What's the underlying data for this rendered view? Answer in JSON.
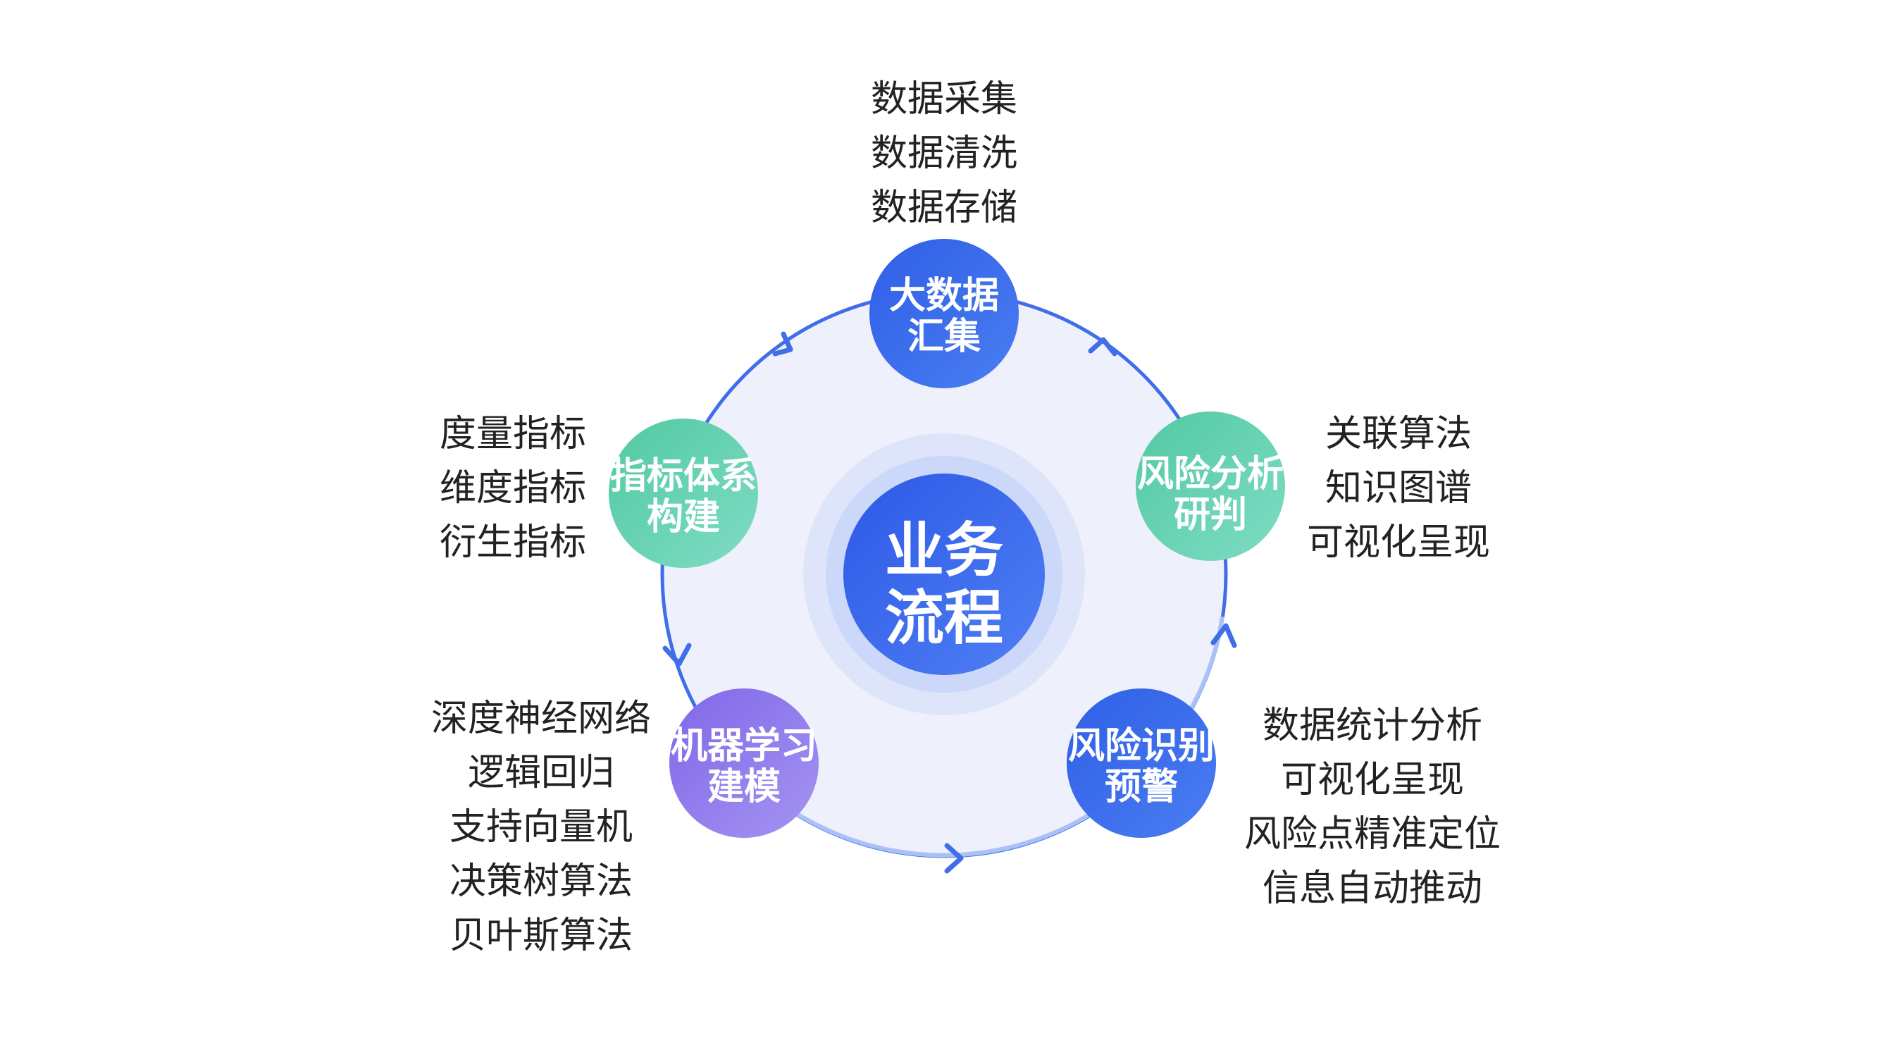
{
  "center": {
    "line1": "业务",
    "line2": "流程"
  },
  "nodes": [
    {
      "id": "data-collection",
      "line1": "大数据",
      "line2": "汇集",
      "items": [
        "数据采集",
        "数据清洗",
        "数据存储"
      ]
    },
    {
      "id": "indicator-system",
      "line1": "指标体系",
      "line2": "构建",
      "items": [
        "度量指标",
        "维度指标",
        "衍生指标"
      ]
    },
    {
      "id": "machine-learning",
      "line1": "机器学习",
      "line2": "建模",
      "items": [
        "深度神经网络",
        "逻辑回归",
        "支持向量机",
        "决策树算法",
        "贝叶斯算法"
      ]
    },
    {
      "id": "risk-warning",
      "line1": "风险识别",
      "line2": "预警",
      "items": [
        "数据统计分析",
        "可视化呈现",
        "风险点精准定位",
        "信息自动推动"
      ]
    },
    {
      "id": "risk-analysis",
      "line1": "风险分析",
      "line2": "研判",
      "items": [
        "关联算法",
        "知识图谱",
        "可视化呈现"
      ]
    }
  ],
  "colors": {
    "ring_fill": "#eef1fc",
    "ring_stroke_blue": "#3f6ee8",
    "ring_stroke_light": "#a9c1f6",
    "blue_node": "#3564ec",
    "teal_node": "#5fcfae",
    "purple_node": "#9280ec",
    "center": "#3f6cf0",
    "text": "#222222"
  }
}
